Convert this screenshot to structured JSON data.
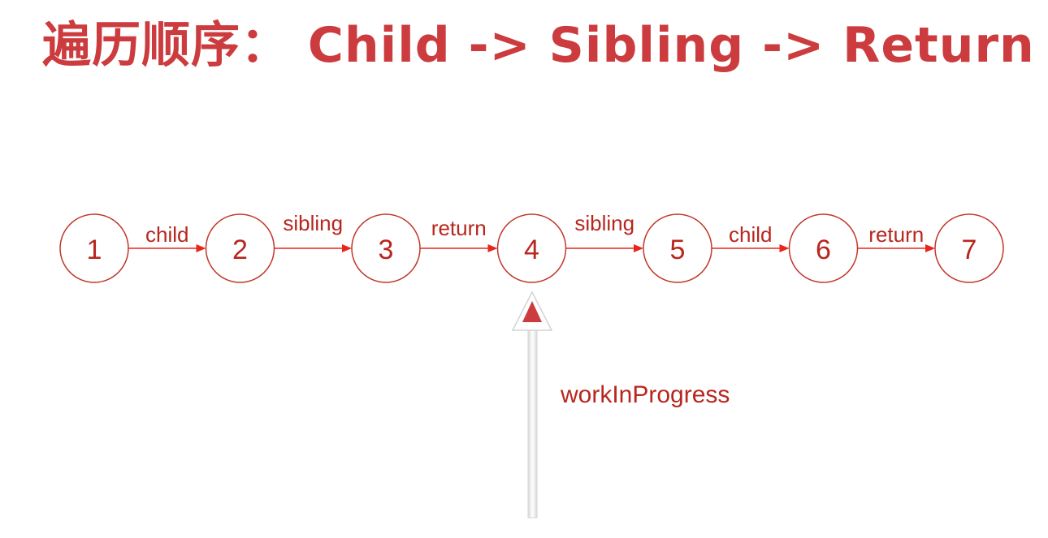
{
  "title": "遍历顺序： Child -> Sibling -> Return",
  "nodes": [
    "1",
    "2",
    "3",
    "4",
    "5",
    "6",
    "7"
  ],
  "edges": [
    {
      "from": "1",
      "to": "2",
      "label": "child"
    },
    {
      "from": "2",
      "to": "3",
      "label": "sibling"
    },
    {
      "from": "3",
      "to": "4",
      "label": "return"
    },
    {
      "from": "4",
      "to": "5",
      "label": "sibling"
    },
    {
      "from": "5",
      "to": "6",
      "label": "child"
    },
    {
      "from": "6",
      "to": "7",
      "label": "return"
    }
  ],
  "pointer": {
    "label": "workInProgress",
    "target": "4"
  },
  "colors": {
    "title": "#cc3b3e",
    "node_stroke": "#c0392b",
    "edge": "#e8261b",
    "text": "#b8261e"
  }
}
